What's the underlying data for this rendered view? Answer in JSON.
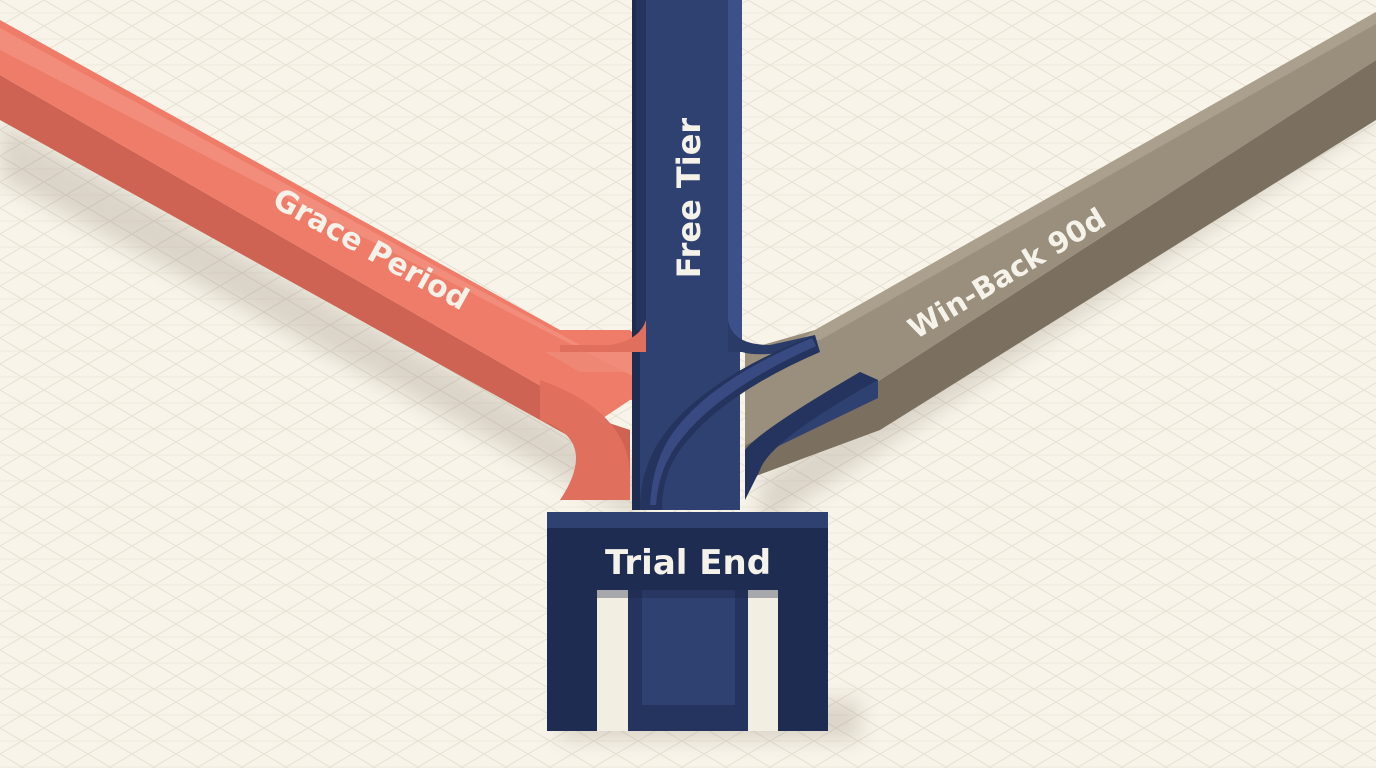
{
  "diagram": {
    "nodes": {
      "trial_end": {
        "label": "Trial End"
      },
      "free_tier": {
        "label": "Free Tier"
      },
      "grace_period": {
        "label": "Grace Period"
      },
      "win_back": {
        "label": "Win-Back 90d"
      }
    },
    "colors": {
      "background": "#f8f4e9",
      "grid": "#e4dfd2",
      "navy": "#2f4170",
      "navy_dark": "#1f2c52",
      "navy_light": "#3d5089",
      "coral": "#ef7c69",
      "coral_dark": "#cf6353",
      "coral_light": "#f59b8b",
      "taupe": "#9a8e7c",
      "taupe_dark": "#7b705f",
      "taupe_light": "#b2a895",
      "label_text": "#f5f2ea"
    }
  }
}
